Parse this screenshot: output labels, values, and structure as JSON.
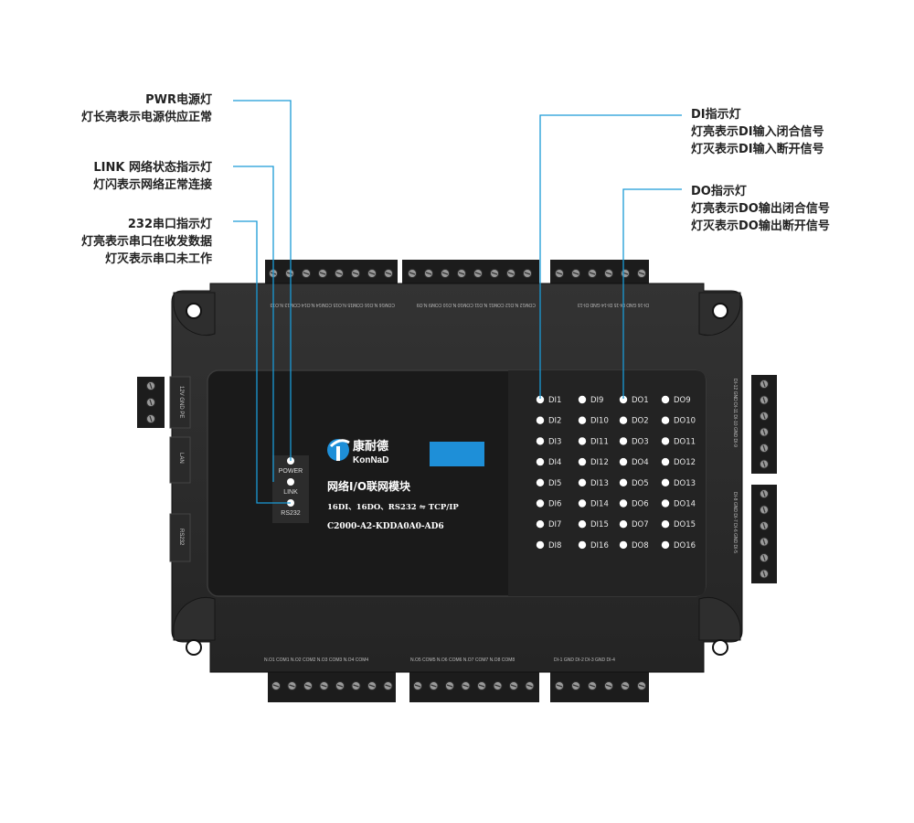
{
  "callouts": {
    "pwr": {
      "title": "PWR电源灯",
      "desc": "灯长亮表示电源供应正常"
    },
    "link": {
      "title": "LINK 网络状态指示灯",
      "desc": "灯闪表示网络正常连接"
    },
    "rs232": {
      "title": "232串口指示灯",
      "desc1": "灯亮表示串口在收发数据",
      "desc2": "灯灭表示串口未工作"
    },
    "di": {
      "title": "DI指示灯",
      "desc1": "灯亮表示DI输入闭合信号",
      "desc2": "灯灭表示DI输入断开信号"
    },
    "do": {
      "title": "DO指示灯",
      "desc1": "灯亮表示DO输出闭合信号",
      "desc2": "灯灭表示DO输出断开信号"
    }
  },
  "brand": {
    "cn": "康耐德",
    "en": "KonNaD"
  },
  "product": {
    "name": "网络I/O联网模块",
    "spec": "16DI、16DO、RS232 ⇋ TCP/IP",
    "model": "C2000-A2-KDDA0A0-AD6"
  },
  "status_leds": [
    "POWER",
    "LINK",
    "RS232"
  ],
  "side_labels": {
    "power": "12V  GND  PE",
    "lan": "LAN",
    "rs232": "RS232"
  },
  "di_col1": [
    "DI1",
    "DI2",
    "DI3",
    "DI4",
    "DI5",
    "DI6",
    "DI7",
    "DI8"
  ],
  "di_col2": [
    "DI9",
    "DI10",
    "DI11",
    "DI12",
    "DI13",
    "DI14",
    "DI15",
    "DI16"
  ],
  "do_col1": [
    "DO1",
    "DO2",
    "DO3",
    "DO4",
    "DO5",
    "DO6",
    "DO7",
    "DO8"
  ],
  "do_col2": [
    "DO9",
    "DO10",
    "DO11",
    "DO12",
    "DO13",
    "DO14",
    "DO15",
    "DO16"
  ],
  "top_labels": {
    "group1": "COM16  N.O16  COM15  N.O15  COM14  N.O14  COM13  N.O13",
    "group2": "COM12  N.O12  COM11  N.O11  COM10  N.O10  COM9  N.O9",
    "group3": "DI-16  GND  DI-15  DI-14  GND  DI-13"
  },
  "bottom_labels": {
    "group1": "N.O1  COM1  N.O2  COM2  N.O3  COM3  N.O4  COM4",
    "group2": "N.O5  COM5  N.O6  COM6  N.O7  COM7  N.O8  COM8",
    "group3": "DI-1  GND  DI-2  DI-3  GND  DI-4"
  },
  "right_labels": {
    "group1": "DI-12  GND  DI-11  DI-10  GND  DI-9",
    "group2": "DI-8  GND  DI-7  DI-6  GND  DI-5"
  },
  "colors": {
    "line": "#1a9ad6",
    "body": "#2b2b2b",
    "panel": "#141414",
    "logo_box": "#1e8fd8"
  }
}
